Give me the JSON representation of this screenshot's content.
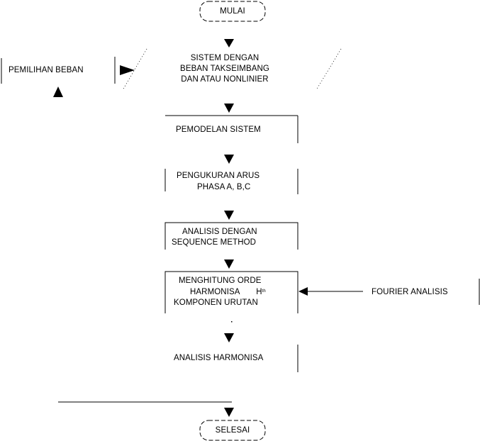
{
  "start": "MULAI",
  "end": "SELESAI",
  "steps": {
    "system": [
      "SISTEM DENGAN",
      "BEBAN TAKSEIMBANG",
      "DAN ATAU NONLINIER"
    ],
    "modeling": "PEMODELAN SISTEM",
    "measurement": [
      "PENGUKURAN ARUS",
      "PHASA A, B,C"
    ],
    "analysis_sequence": [
      "ANALISIS DENGAN",
      "SEQUENCE METHOD"
    ],
    "compute_order": {
      "line1": "MENGHITUNG ORDE",
      "line2_prefix": "HARMONISA",
      "line2_symbol": "H",
      "line2_superscript": "th",
      "line3": "KOMPONEN URUTAN"
    },
    "harmonic_analysis": "ANALISIS HARMONISA"
  },
  "side_inputs": {
    "load_selection": "PEMILIHAN BEBAN",
    "fourier": "FOURIER ANALISIS"
  }
}
